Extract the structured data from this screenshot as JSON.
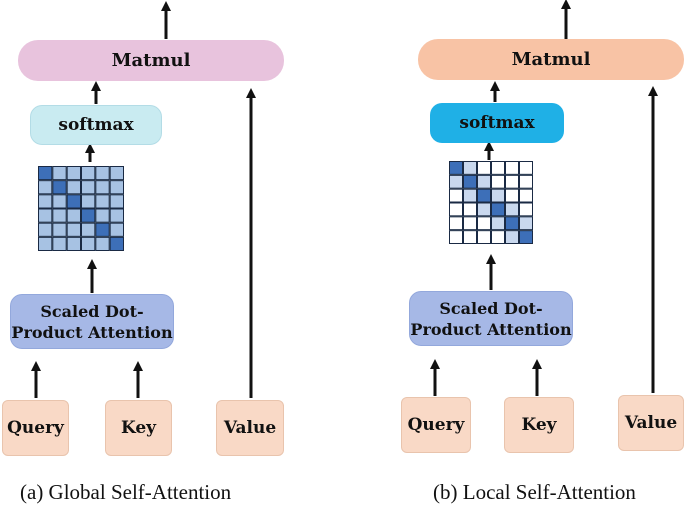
{
  "colors": {
    "global_matmul": "#e8c3dd",
    "global_softmax": "#c9ebf1",
    "global_attn": "#a6b8e6",
    "local_matmul": "#f8c3a5",
    "local_softmax": "#1fb0e6",
    "local_attn": "#a6b8e6",
    "input": "#f9d9c6",
    "matrix_dark": "#3d6fb8",
    "matrix_light": "#a7c2e3",
    "matrix_lightest": "#c9d8ee",
    "arrow": "#111111"
  },
  "panels": {
    "global": {
      "matmul": "Matmul",
      "softmax": "softmax",
      "attention_line1": "Scaled Dot-",
      "attention_line2": "Product Attention",
      "query": "Query",
      "key": "Key",
      "value": "Value",
      "caption": "(a) Global Self-Attention"
    },
    "local": {
      "matmul": "Matmul",
      "softmax": "softmax",
      "attention_line1": "Scaled Dot-",
      "attention_line2": "Product Attention",
      "query": "Query",
      "key": "Key",
      "value": "Value",
      "caption": "(b) Local Self-Attention"
    }
  }
}
